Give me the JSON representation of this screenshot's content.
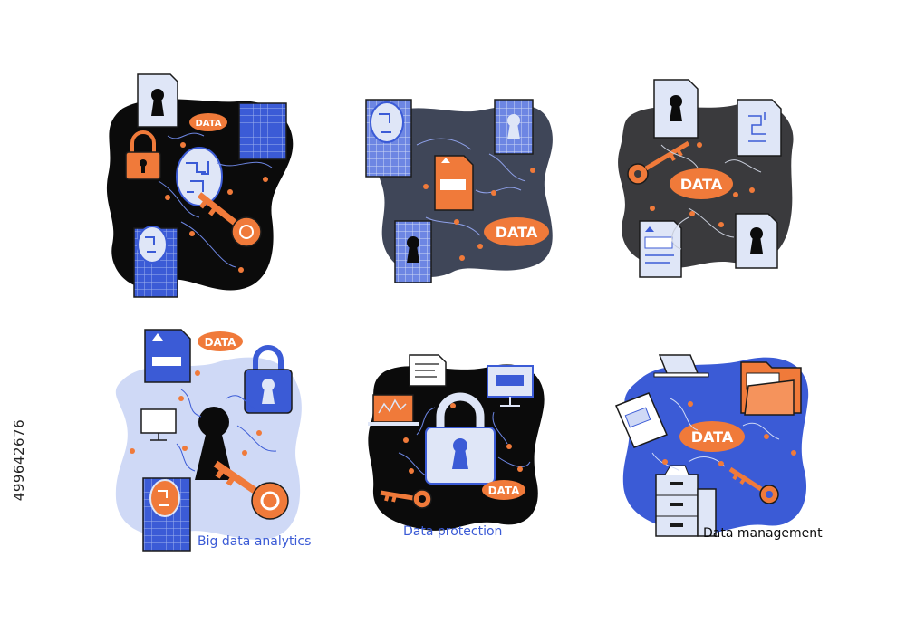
{
  "colors": {
    "blue": "#3b5bd6",
    "light_blue": "#cfd9f6",
    "orange": "#f07a3a",
    "black": "#0b0b0b",
    "slate": "#3f4658",
    "charcoal": "#3a3a3d",
    "pale": "#dfe6f7"
  },
  "badges": {
    "s1": "DATA",
    "s2": "DATA",
    "s3": "DATA",
    "s4": "DATA",
    "s5": "DATA",
    "s6": "DATA"
  },
  "captions": {
    "big_data": "Big data analytics",
    "protection": "Data protection",
    "management": "Data management"
  },
  "stock_id": "499642676",
  "icons": [
    "keyhole-document-icon",
    "padlock-icon",
    "fingerprint-icon",
    "key-icon",
    "monitor-icon",
    "laptop-icon",
    "folder-icon",
    "file-cabinet-icon"
  ]
}
